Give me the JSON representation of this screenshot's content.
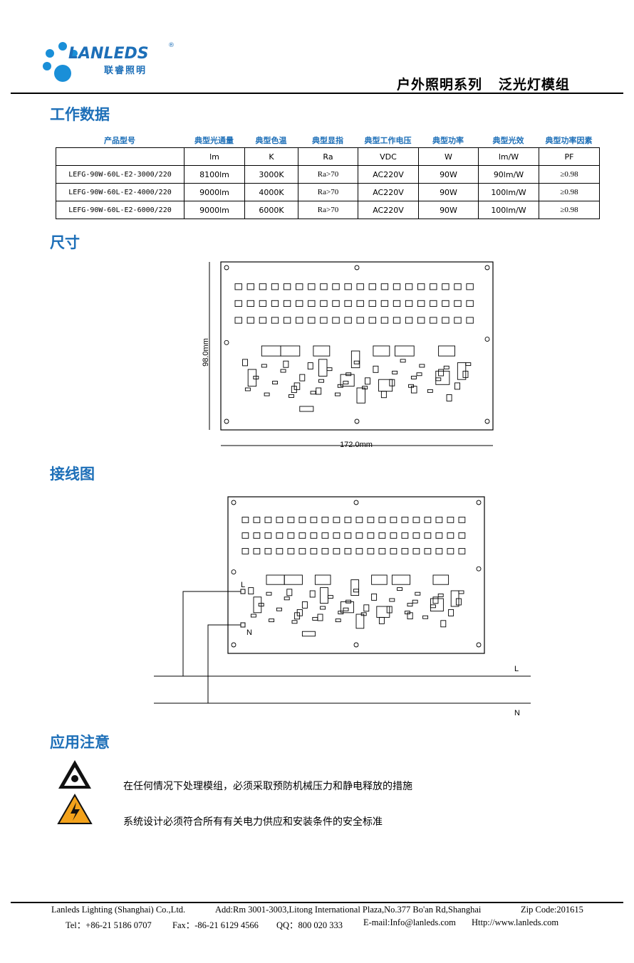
{
  "logo": {
    "brand": "LANLEDS",
    "cn": "联睿照明",
    "reg": "®"
  },
  "header": {
    "series": "户外照明系列",
    "product": "泛光灯模组"
  },
  "sections": {
    "data": "工作数据",
    "dimensions": "尺寸",
    "wiring": "接线图",
    "notes": "应用注意"
  },
  "table": {
    "headers": [
      "产品型号",
      "典型光通量",
      "典型色温",
      "典型显指",
      "典型工作电压",
      "典型功率",
      "典型光效",
      "典型功率因素"
    ],
    "units": [
      "",
      "lm",
      "K",
      "Ra",
      "VDC",
      "W",
      "lm/W",
      "PF"
    ],
    "rows": [
      [
        "LEFG-90W-60L-E2-3000/220",
        "8100lm",
        "3000K",
        "Ra>70",
        "AC220V",
        "90W",
        "90lm/W",
        "≥0.98"
      ],
      [
        "LEFG-90W-60L-E2-4000/220",
        "9000lm",
        "4000K",
        "Ra>70",
        "AC220V",
        "90W",
        "100lm/W",
        "≥0.98"
      ],
      [
        "LEFG-90W-60L-E2-6000/220",
        "9000lm",
        "6000K",
        "Ra>70",
        "AC220V",
        "90W",
        "100lm/W",
        "≥0.98"
      ]
    ]
  },
  "dimensions": {
    "height": "98.0mm",
    "width": "172.0mm"
  },
  "wiring": {
    "l": "L",
    "n": "N"
  },
  "notes": [
    {
      "icon": "esd-warning-icon",
      "text": "在任何情况下处理模组，必须采取预防机械压力和静电释放的措施"
    },
    {
      "icon": "high-voltage-warning-icon",
      "text": "系统设计必须符合所有有关电力供应和安装条件的安全标准"
    }
  ],
  "footer": {
    "company": "Lanleds Lighting (Shanghai) Co.,Ltd.",
    "address": "Add:Rm 3001-3003,Litong International Plaza,No.377 Bo'an Rd,Shanghai",
    "zip": "Zip Code:201615",
    "tel": "Tel：+86-21 5186 0707",
    "fax": "Fax：-86-21 6129 4566",
    "qq": "QQ：800 020 333",
    "email": "E-mail:Info@lanleds.com",
    "web": "Http://www.lanleds.com"
  }
}
